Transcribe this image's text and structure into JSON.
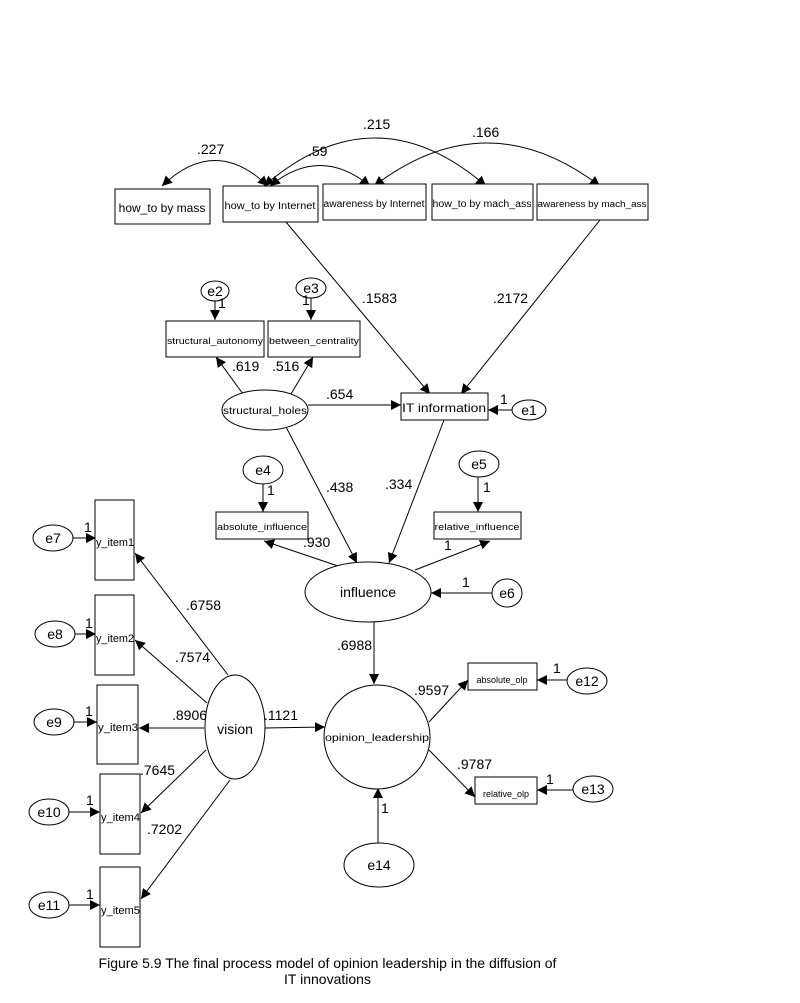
{
  "caption": {
    "line1": "Figure 5.9 The final process model of opinion leadership in the diffusion of",
    "line2": "IT innovations"
  },
  "nodes": {
    "how_to_mass": "how_to by mass",
    "how_to_internet": "how_to by Internet",
    "awareness_internet": "awareness by Internet",
    "how_to_mach": "how_to by mach_ass",
    "awareness_mach": "awareness by mach_ass",
    "structural_autonomy": "structural_autonomy",
    "between_centrality": "between_centrality",
    "structural_holes": "structural_holes",
    "it_information": "IT information",
    "absolute_influence": "absolute_influence",
    "relative_influence": "relative_influence",
    "influence": "influence",
    "y_item1": "y_item1",
    "y_item2": "y_item2",
    "y_item3": "y_item3",
    "y_item4": "y_item4",
    "y_item5": "y_item5",
    "vision": "vision",
    "opinion_leadership": "opinion_leadership",
    "absolute_olp": "absolute_olp",
    "relative_olp": "relative_olp",
    "e1": "e1",
    "e2": "e2",
    "e3": "e3",
    "e4": "e4",
    "e5": "e5",
    "e6": "e6",
    "e7": "e7",
    "e8": "e8",
    "e9": "e9",
    "e10": "e10",
    "e11": "e11",
    "e12": "e12",
    "e13": "e13",
    "e14": "e14"
  },
  "coefficients": {
    "cov_mass_internet": ".227",
    "cov_howint_awint": ".59",
    "cov_howint_howmach": ".215",
    "cov_awint_awmach": ".166",
    "howint_to_it": ".1583",
    "awmach_to_it": ".2172",
    "sh_to_autonomy": ".619",
    "sh_to_between": ".516",
    "sh_to_it": ".654",
    "sh_to_influence": ".438",
    "it_to_influence": ".334",
    "influence_to_absolute": ".930",
    "influence_to_relative": "1",
    "influence_to_ol": ".6988",
    "vision_to_y1": ".6758",
    "vision_to_y2": ".7574",
    "vision_to_y3": ".8906",
    "vision_to_y4": ".7645",
    "vision_to_y5": ".7202",
    "vision_to_ol": ".1121",
    "ol_to_absolute_olp": ".9597",
    "ol_to_relative_olp": ".9787",
    "error_weight": "1"
  }
}
